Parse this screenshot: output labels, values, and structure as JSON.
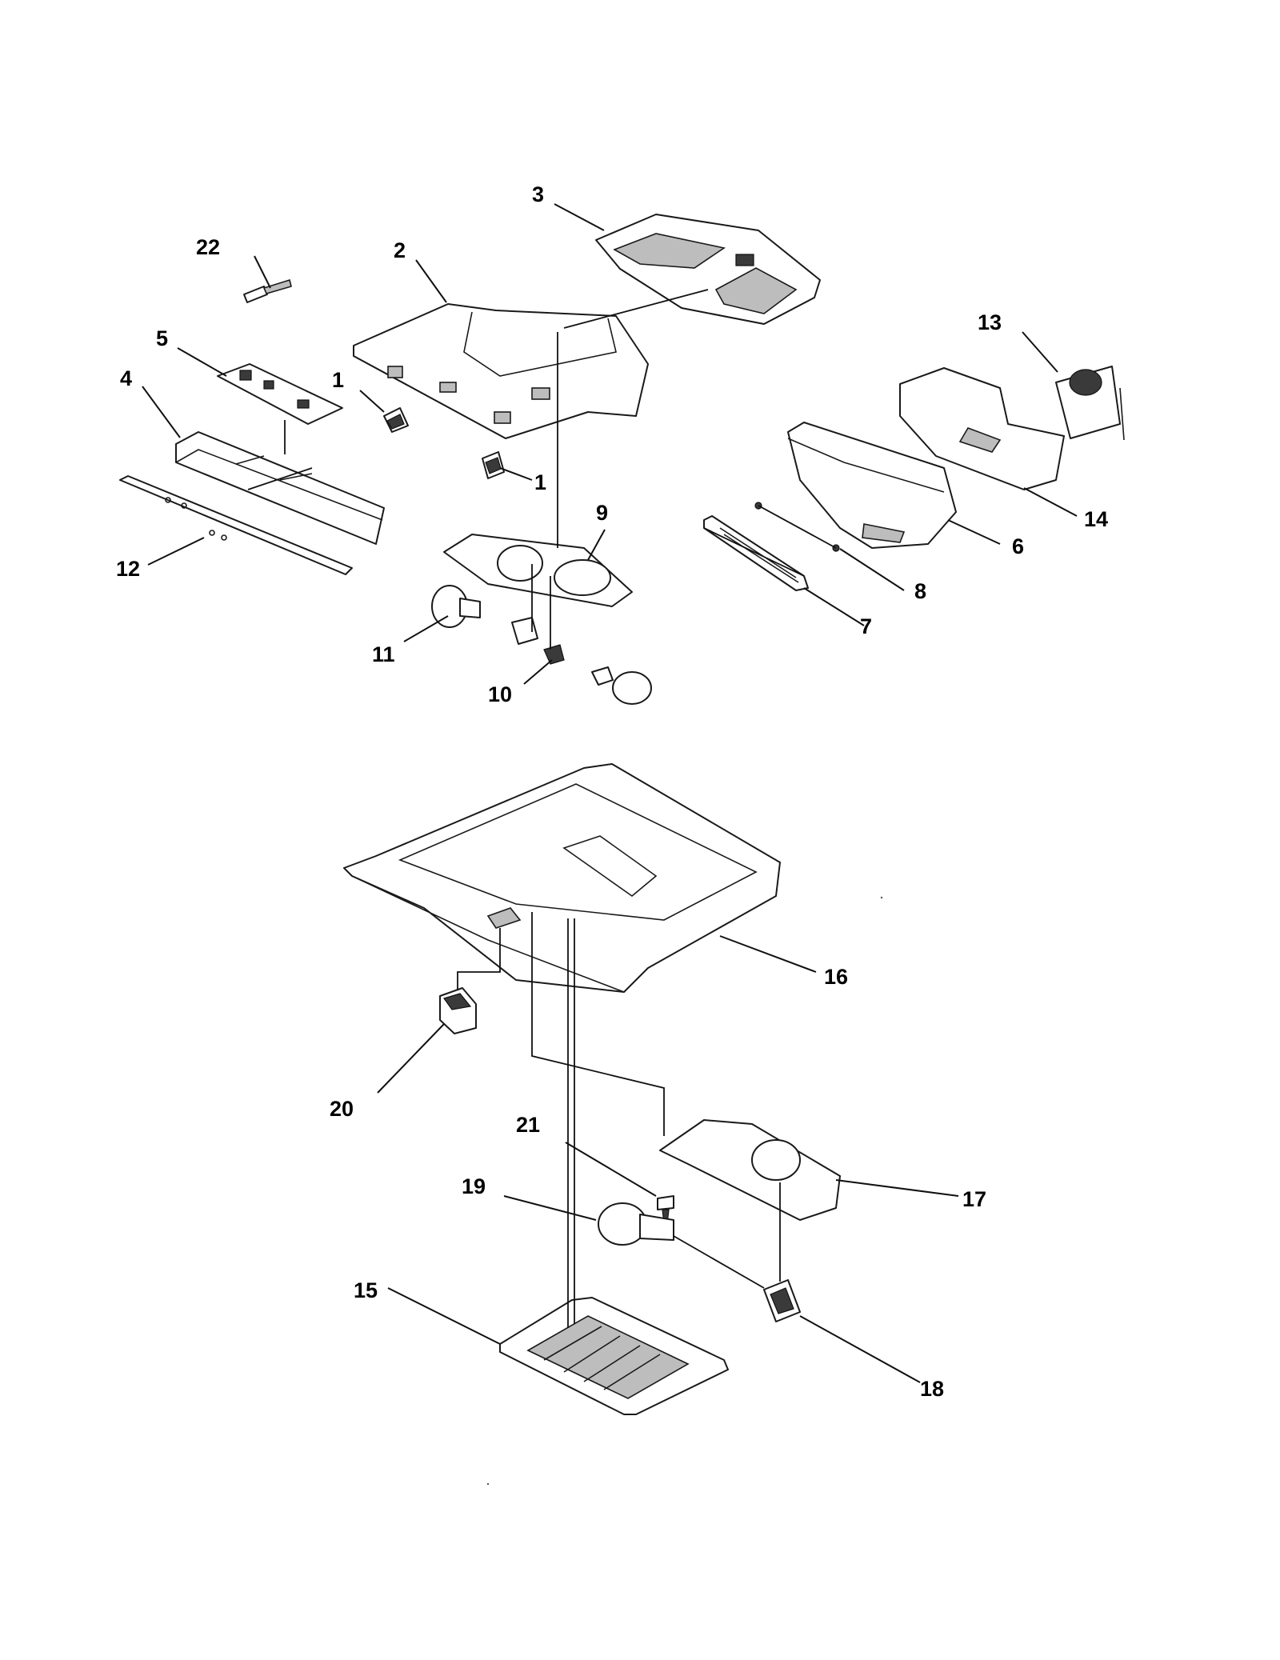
{
  "callouts": {
    "c1a": "1",
    "c1b": "1",
    "c2": "2",
    "c3": "3",
    "c4": "4",
    "c5": "5",
    "c6": "6",
    "c7": "7",
    "c8": "8",
    "c9": "9",
    "c10": "10",
    "c11": "11",
    "c12": "12",
    "c13": "13",
    "c14": "14",
    "c15": "15",
    "c16": "16",
    "c17": "17",
    "c18": "18",
    "c19": "19",
    "c20": "20",
    "c21": "21",
    "c22": "22"
  }
}
